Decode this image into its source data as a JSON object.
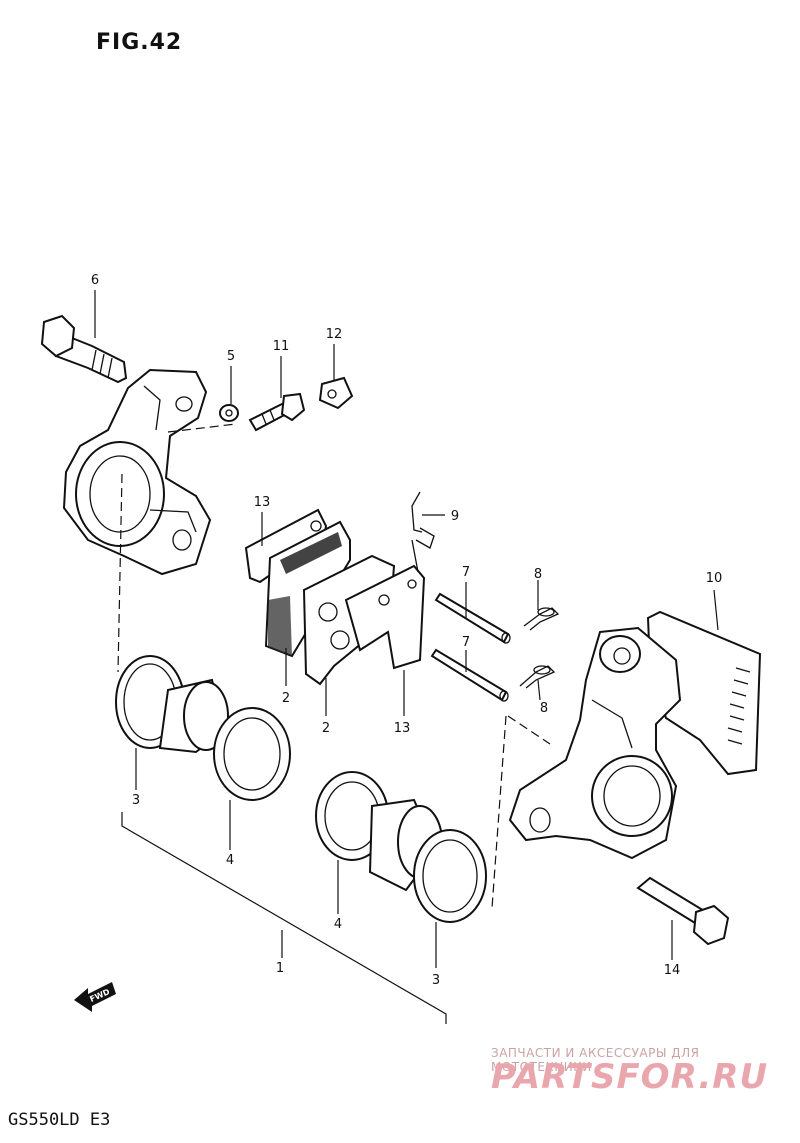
{
  "figure": {
    "title": "FIG.42",
    "model": "GS550LD E3",
    "fwd": "FWD"
  },
  "watermark": {
    "line1": "ЗАПЧАСТИ И АКСЕССУАРЫ ДЛЯ МОТОТЕХНИКИ",
    "line2": "PARTSFOR.RU"
  },
  "callouts": {
    "c6": "6",
    "c5": "5",
    "c11": "11",
    "c12": "12",
    "c9": "9",
    "c13a": "13",
    "c13b": "13",
    "c2a": "2",
    "c2b": "2",
    "c7a": "7",
    "c7b": "7",
    "c8a": "8",
    "c8b": "8",
    "c10": "10",
    "c3a": "3",
    "c3b": "3",
    "c4a": "4",
    "c4b": "4",
    "c1": "1",
    "c14": "14"
  }
}
